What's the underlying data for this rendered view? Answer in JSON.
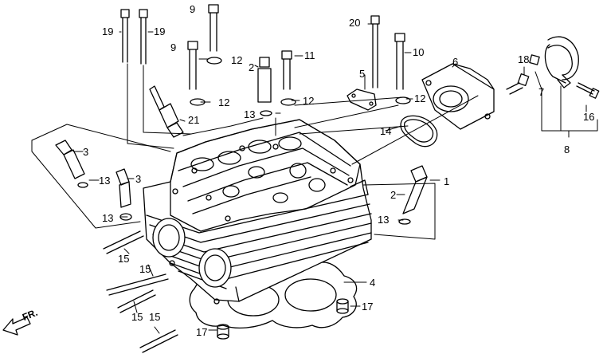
{
  "callouts": {
    "c1": "1",
    "c2a": "2",
    "c2b": "2",
    "c3a": "3",
    "c3b": "3",
    "c4": "4",
    "c5": "5",
    "c6": "6",
    "c7": "7",
    "c8": "8",
    "c9a": "9",
    "c9b": "9",
    "c10": "10",
    "c11": "11",
    "c12a": "12",
    "c12b": "12",
    "c12c": "12",
    "c12d": "12",
    "c13a": "13",
    "c13b": "13",
    "c13c": "13",
    "c13d": "13",
    "c14": "14",
    "c15a": "15",
    "c15b": "15",
    "c15c": "15",
    "c15d": "15",
    "c16": "16",
    "c17a": "17",
    "c17b": "17",
    "c18": "18",
    "c19a": "19",
    "c19b": "19",
    "c20": "20",
    "c21": "21"
  },
  "direction_label": "FR."
}
